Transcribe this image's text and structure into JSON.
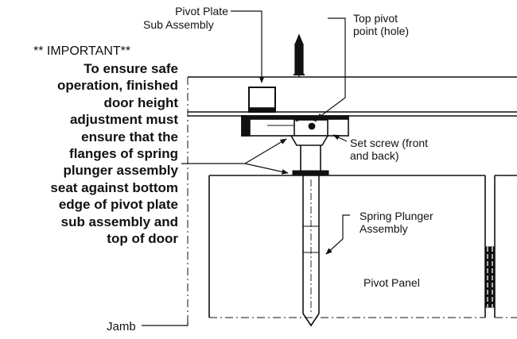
{
  "labels": {
    "pivot_plate": [
      "Pivot Plate",
      "Sub Assembly"
    ],
    "top_pivot": [
      "Top pivot",
      "point (hole)"
    ],
    "set_screw": [
      "Set screw (front",
      "and back)"
    ],
    "spring_plunger": [
      "Spring Plunger",
      "Assembly"
    ],
    "pivot_panel": "Pivot Panel",
    "jamb": "Jamb"
  },
  "note": {
    "heading": "** IMPORTANT**",
    "lines": [
      "To ensure safe",
      "operation, finished",
      "door height",
      "adjustment must",
      "ensure that the",
      "flanges of spring",
      "plunger assembly",
      "seat against bottom",
      "edge of pivot plate",
      "sub assembly and",
      "top of door"
    ]
  }
}
